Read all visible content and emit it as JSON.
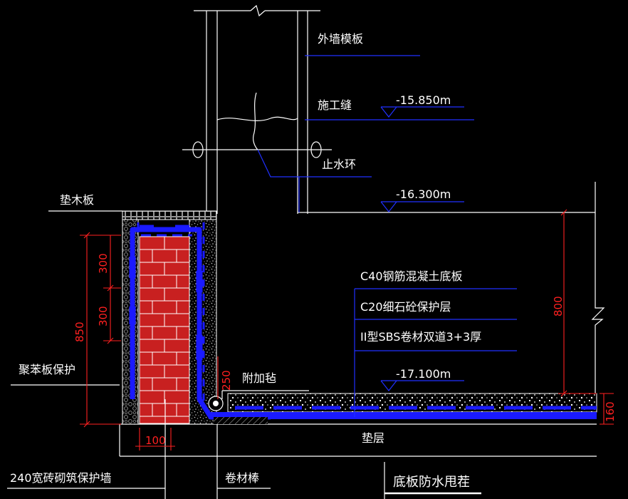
{
  "labels": {
    "outer_wall_formwork": "外墙模板",
    "construction_joint": "施工缝",
    "water_stop_ring": "止水环",
    "wood_pad_board": "垫木板",
    "concrete_slab": "C40钢筋混凝土底板",
    "protective_layer": "C20细石砼保护层",
    "sbs_membrane": "II型SBS卷材双道3+3厚",
    "additional_felt": "附加毡",
    "polystyrene_board": "聚苯板保护",
    "cushion": "垫层",
    "brick_wall": "240宽砖砌筑保护墙",
    "membrane_rod": "卷材棒",
    "title": "底板防水甩茬"
  },
  "elevations": {
    "level_1": "-15.850m",
    "level_2": "-16.300m",
    "level_3": "-17.100m"
  },
  "dimensions": {
    "d300_top": "300",
    "d300_mid": "300",
    "d850": "850",
    "d250": "250",
    "d100": "100",
    "d800": "800",
    "d160": "160"
  },
  "colors": {
    "background": "#000000",
    "line_white": "#ffffff",
    "leader_blue": "#2030ff",
    "membrane_blue": "#1a1aff",
    "brick_red": "#c82020",
    "dimension_red": "#ff2020",
    "hatch_gray": "#9a9a9a"
  }
}
